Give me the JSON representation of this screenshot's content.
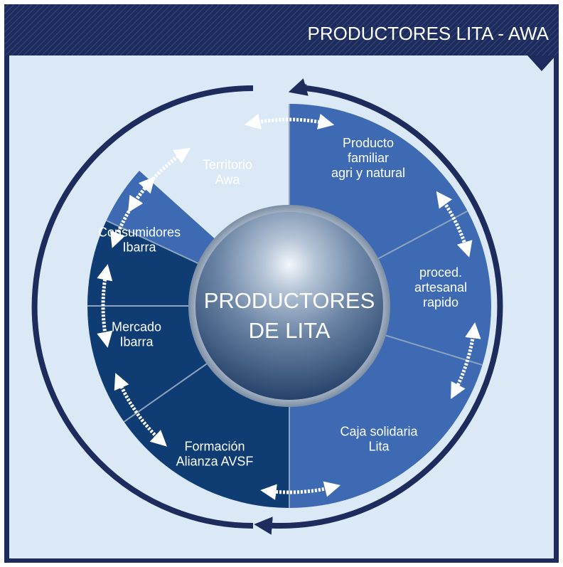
{
  "header": {
    "title": "PRODUCTORES LITA - AWA"
  },
  "hub": {
    "line1": "PRODUCTORES",
    "line2": "DE LITA"
  },
  "segments": [
    {
      "lines": [
        "Producto",
        "familiar",
        "agri y natural"
      ]
    },
    {
      "lines": [
        "proced.",
        "artesanal",
        "rapido"
      ]
    },
    {
      "lines": [
        "Caja solidaria",
        "Lita"
      ]
    },
    {
      "lines": [
        "Formación",
        "Alianza AVSF"
      ]
    },
    {
      "lines": [
        "Mercado",
        "Ibarra"
      ]
    },
    {
      "lines": [
        "Consumidores",
        "Ibarra"
      ]
    },
    {
      "lines": [
        "Territorio",
        "Awa"
      ]
    }
  ],
  "colors": {
    "frame": "#1d2c5c",
    "panel_bg": "#dbe9f7",
    "segment_light": "#3d6ab3",
    "segment_dark": "#0f3d73",
    "divider": "#8ea3bf",
    "outer_ring": "#1d2c5c",
    "arrow": "#ffffff"
  }
}
